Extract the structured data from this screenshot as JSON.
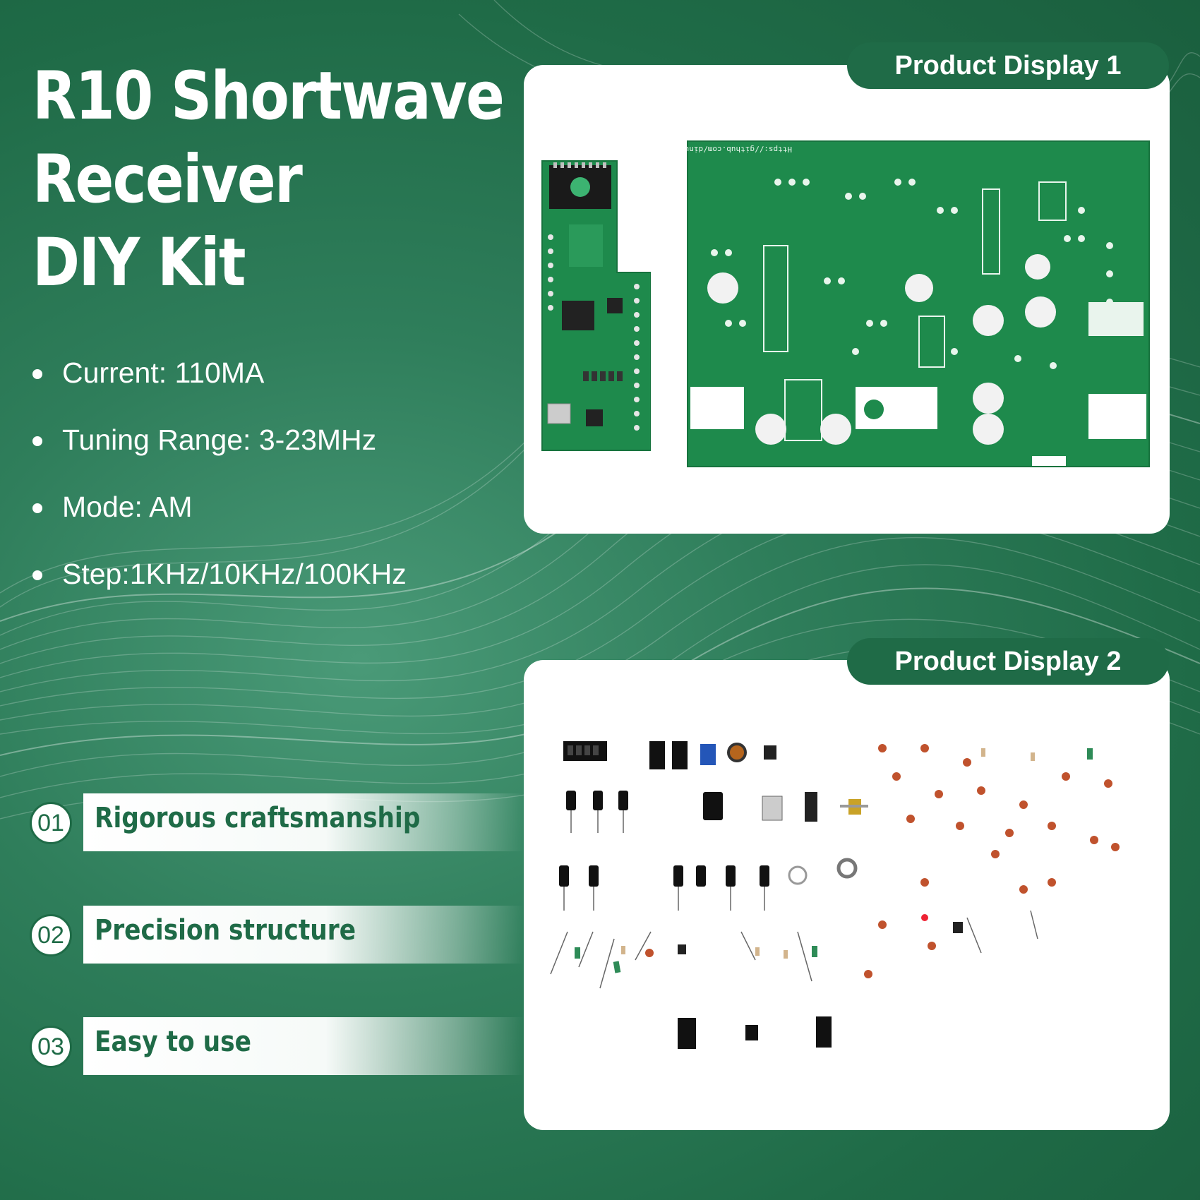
{
  "title_lines": [
    "R10 Shortwave",
    "Receiver",
    "DIY Kit"
  ],
  "specs": [
    "Current: 110MA",
    "Tuning Range: 3-23MHz",
    "Mode: AM",
    "Step:1KHz/10KHz/100KHz"
  ],
  "features": [
    {
      "num": "01",
      "label": "Rigorous craftsmanship"
    },
    {
      "num": "02",
      "label": "Precision structure"
    },
    {
      "num": "03",
      "label": "Easy to use"
    }
  ],
  "display1": {
    "label": "Product Display 1",
    "pcb_text": "Https://github.com/dinuco for the latest manual"
  },
  "display2": {
    "label": "Product Display 2"
  },
  "colors": {
    "brand_green": "#1f6b47",
    "pcb_green": "#1e8a4c",
    "panel": "#ffffff"
  }
}
